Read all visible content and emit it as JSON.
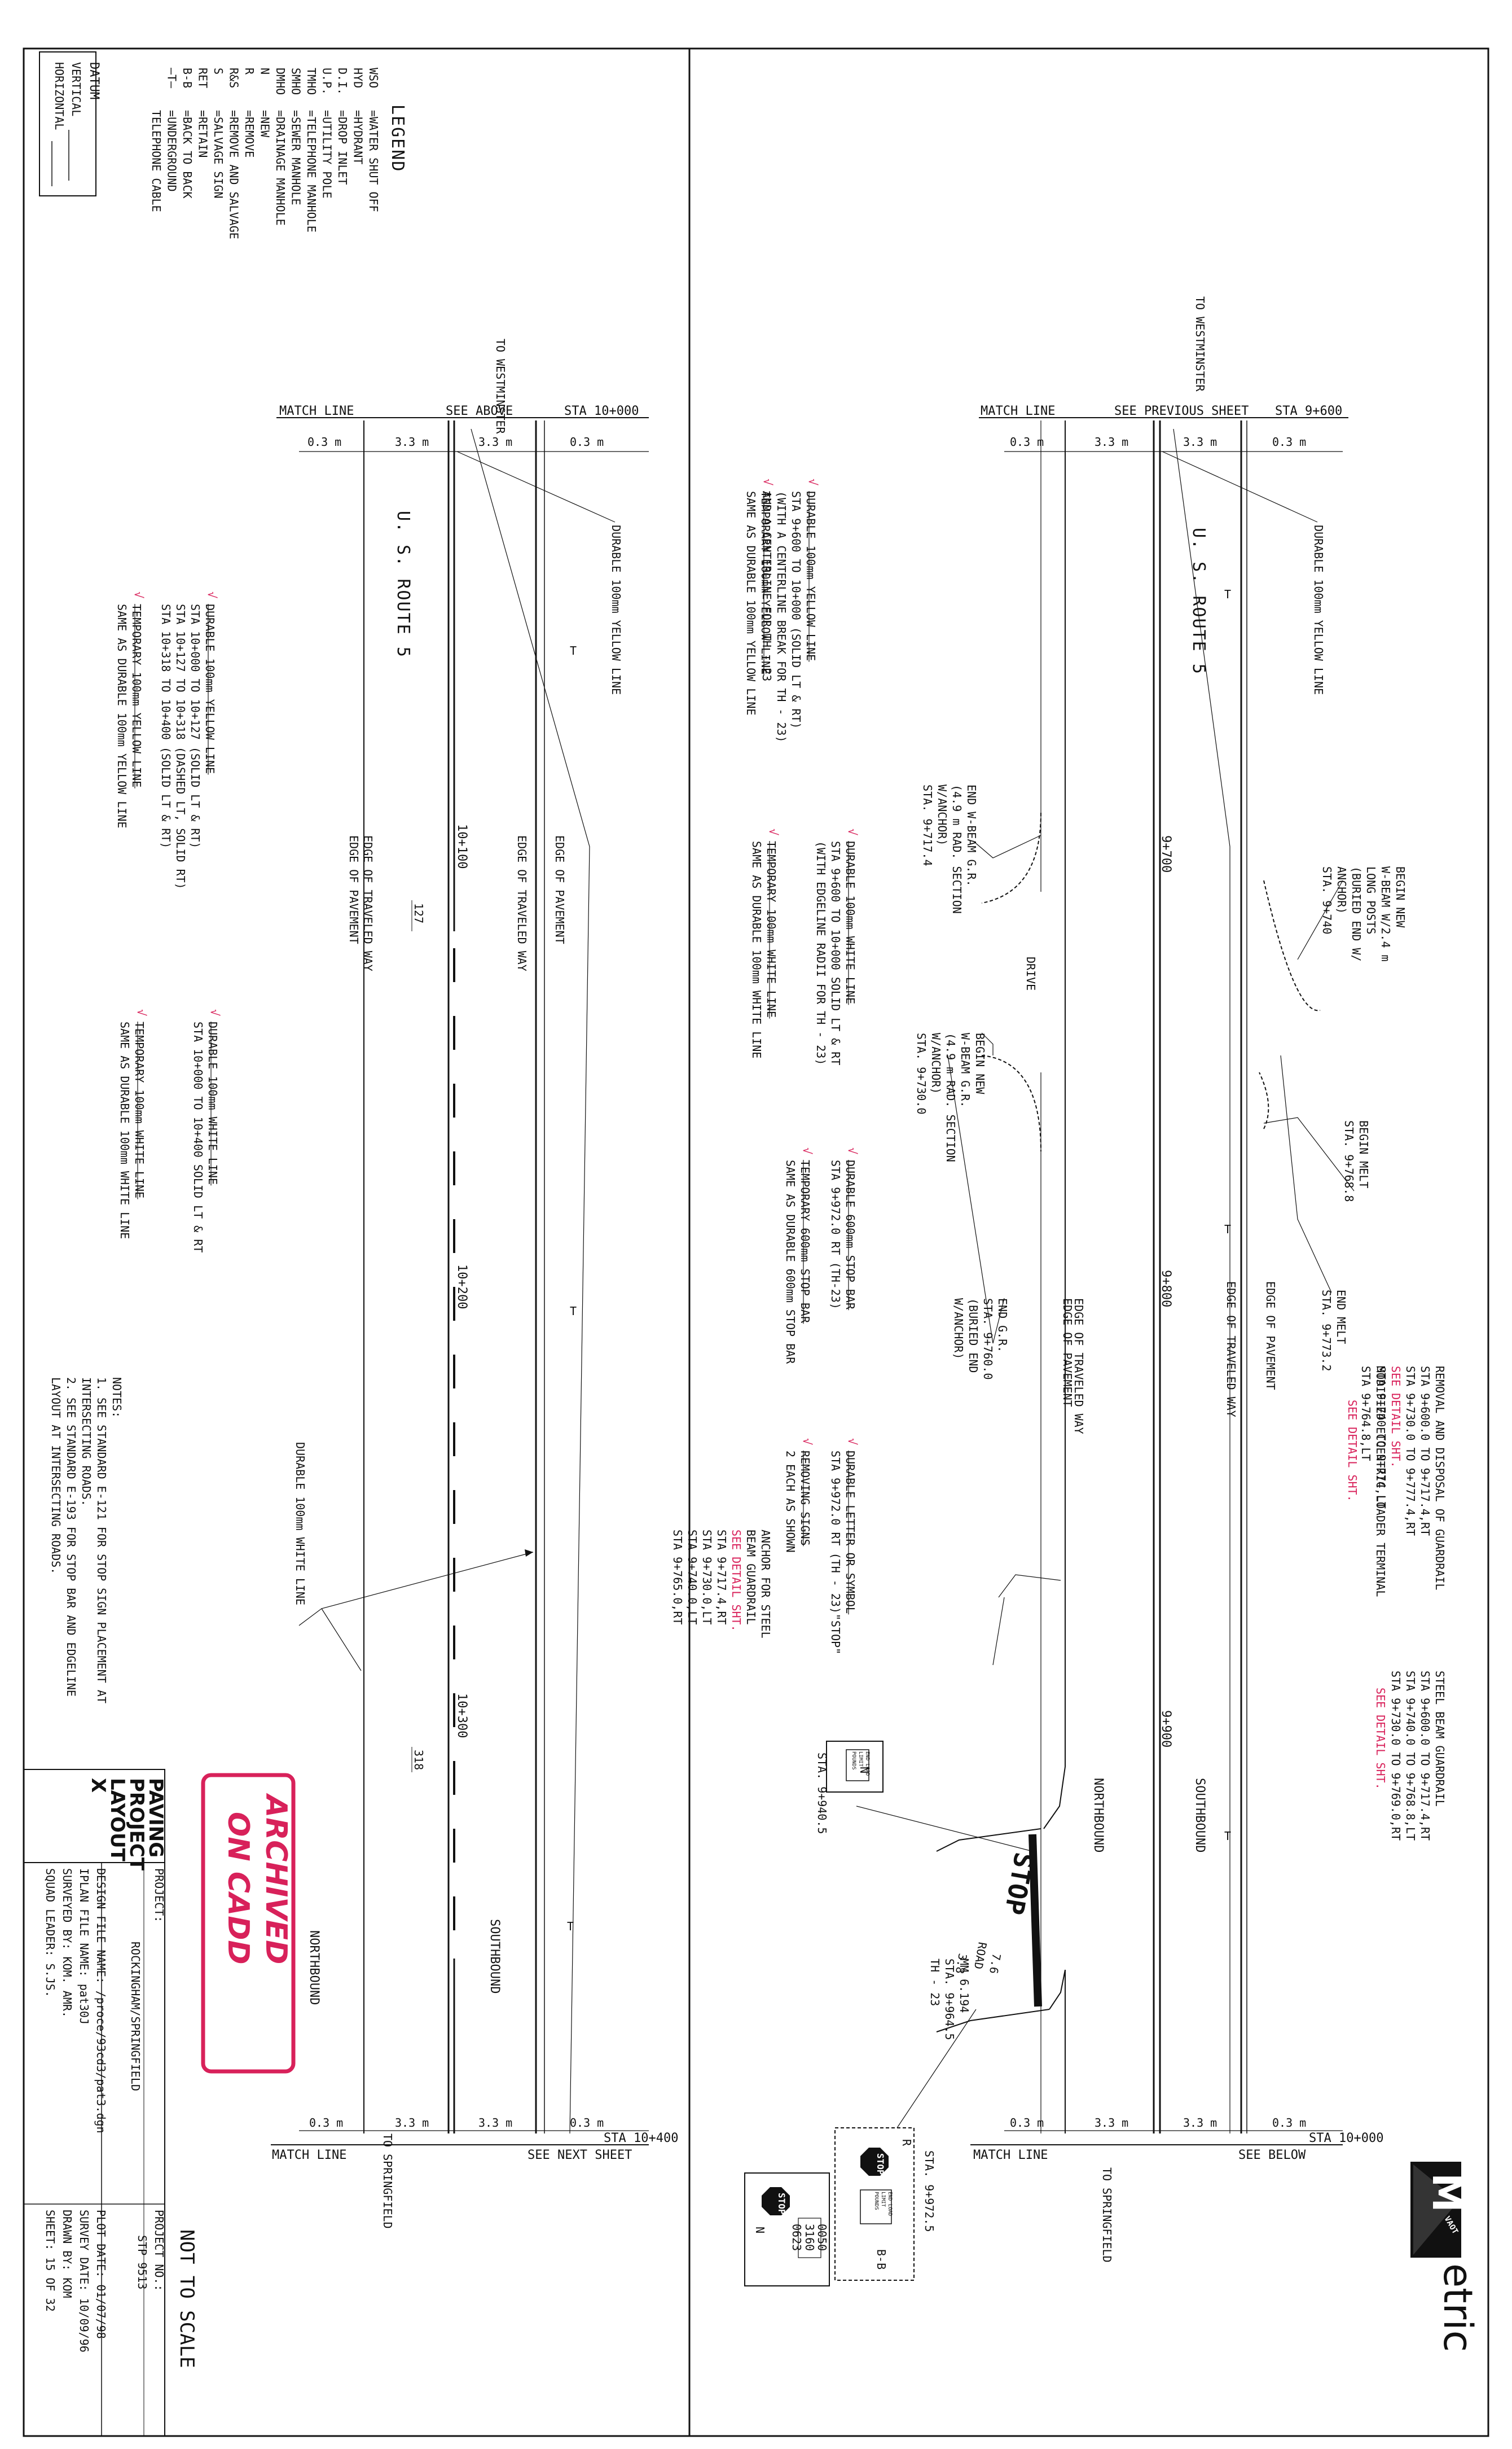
{
  "legend": {
    "title": "LEGEND",
    "items": [
      {
        "abbr": "WSO",
        "desc": "=WATER SHUT OFF"
      },
      {
        "abbr": "HYD",
        "desc": "=HYDRANT"
      },
      {
        "abbr": "D.I.",
        "desc": "=DROP INLET"
      },
      {
        "abbr": "U.P.",
        "desc": "=UTILITY POLE"
      },
      {
        "abbr": "TMHO",
        "desc": "=TELEPHONE MANHOLE"
      },
      {
        "abbr": "SMHO",
        "desc": "=SEWER MANHOLE"
      },
      {
        "abbr": "DMHO",
        "desc": "=DRAINAGE MANHOLE"
      },
      {
        "abbr": "N",
        "desc": "=NEW"
      },
      {
        "abbr": "R",
        "desc": "=REMOVE"
      },
      {
        "abbr": "R&S",
        "desc": "=REMOVE AND SALVAGE"
      },
      {
        "abbr": "S",
        "desc": "=SALVAGE SIGN"
      },
      {
        "abbr": "RET",
        "desc": "=RETAIN"
      },
      {
        "abbr": "B-B",
        "desc": "=BACK TO BACK"
      },
      {
        "abbr": "—T—",
        "desc": "=UNDERGROUND"
      },
      {
        "abbr": "",
        "desc": "TELEPHONE CABLE"
      }
    ]
  },
  "datum": {
    "title": "DATUM",
    "vertical": "VERTICAL",
    "horizontal": "HORIZONTAL"
  },
  "common": {
    "to_westminster": "TO WESTMINSTER",
    "to_springfield": "TO SPRINGFIELD",
    "route": "U. S.  ROUTE  5",
    "match_line": "MATCH LINE",
    "dim_03": "0.3 m",
    "dim_33": "3.3 m",
    "edge_traveled": "EDGE OF TRAVELED WAY",
    "edge_pavement": "EDGE OF PAVEMENT",
    "northbound": "NORTHBOUND",
    "southbound": "SOUTHBOUND",
    "durable_yellow": "DURABLE 100mm YELLOW LINE",
    "durable_white": "DURABLE 100mm WHITE LINE"
  },
  "left_panel": {
    "see_above": "SEE ABOVE",
    "see_next": "SEE NEXT SHEET",
    "sta_start": "STA 10+000",
    "sta_end": "STA 10+400",
    "stations": [
      "10+100",
      "10+200",
      "10+300"
    ],
    "ref_127": "127",
    "ref_318": "318",
    "yellow_note": [
      "DURABLE 100mm YELLOW LINE",
      "STA 9+600 TO 10+000 (SOLID LT & RT)",
      "(WITH A CENTERLINE BREAK FOR TH - 23)",
      "AND A CENTERLINE FOR TH - 23"
    ],
    "temp_yellow_note": [
      "TEMPORARY 100mm YELLOW LINE",
      "SAME AS DURABLE 100mm YELLOW LINE"
    ],
    "yellow_note2": [
      "DURABLE 100mm YELLOW LINE",
      "STA 10+000 TO 10+127 (SOLID LT & RT)",
      "STA 10+127 TO 10+318 (DASHED LT, SOLID RT)",
      "STA 10+318 TO 10+400 (SOLID LT & RT)"
    ],
    "temp_yellow_note2": [
      "TEMPORARY 100mm YELLOW LINE",
      "SAME AS DURABLE 100mm YELLOW LINE"
    ],
    "white_note": [
      "DURABLE 100mm WHITE LINE",
      "STA 10+000 TO 10+400 SOLID LT & RT"
    ],
    "temp_white_note": [
      "TEMPORARY 100mm WHITE LINE",
      "SAME AS DURABLE 100mm WHITE LINE"
    ],
    "notes": [
      "NOTES:",
      "1. SEE STANDARD E-121 FOR STOP SIGN PLACEMENT AT",
      "    INTERSECTING ROADS.",
      "2. SEE STANDARD E-193 FOR STOP BAR AND EDGELINE",
      "    LAYOUT AT INTERSECTING ROADS."
    ]
  },
  "right_panel": {
    "see_previous": "SEE PREVIOUS SHEET",
    "see_below": "SEE BELOW",
    "sta_start": "STA 9+600",
    "sta_end": "STA 10+000",
    "stations": [
      "9+700",
      "9+800",
      "9+900"
    ],
    "drive": "DRIVE",
    "end_wbeam": [
      "END W-BEAM G.R.",
      "(4.9 m RAD. SECTION",
      "W/ANCHOR)",
      "STA. 9+717.4"
    ],
    "begin_wbeam1": [
      "BEGIN NEW",
      "W-BEAM W/2.4 m",
      "LONG POSTS",
      "(BURIED END W/",
      "ANCHOR)",
      "STA. 9+740"
    ],
    "begin_wbeam2": [
      "BEGIN NEW",
      "W-BEAM G.R.",
      "(4.9 m RAD. SECTION",
      "W/ANCHOR)",
      "STA. 9+730.0"
    ],
    "begin_melt": [
      "BEGIN MELT",
      "STA. 9+768.8"
    ],
    "end_melt": [
      "END MELT",
      "STA. 9+773.2"
    ],
    "end_gr": [
      "END G.R.",
      "STA. 9+760.0",
      "(BURIED END",
      "W/ANCHOR)"
    ],
    "white_note": [
      "DURABLE 100mm WHITE LINE",
      "STA 9+600 TO 10+000 SOLID LT & RT",
      "(WITH EDGELINE RADII FOR TH - 23)"
    ],
    "temp_white_note": [
      "TEMPORARY 100mm WHITE LINE",
      "SAME AS DURABLE 100mm WHITE LINE"
    ],
    "stop_bar": [
      "DURABLE 600mm STOP BAR",
      "STA 9+972.0 RT (TH-23)"
    ],
    "temp_stop_bar": [
      "TEMPORARY 600mm STOP BAR",
      "SAME AS DURABLE 600mm STOP BAR"
    ],
    "letter_symbol": [
      "DURABLE LETTER OR SYMBOL",
      "STA 9+972.0 RT (TH - 23)\"STOP\""
    ],
    "removing_signs": [
      "REMOVING SIGNS",
      "2 EACH AS SHOWN"
    ],
    "anchor_steel": [
      "ANCHOR FOR STEEL",
      "BEAM GUARDRAIL ",
      "SEE DETAIL SHT.",
      "STA 9+717.4,RT",
      "STA 9+730.0,LT",
      "STA 9+740.0,LT",
      "STA 9+765.0,RT"
    ],
    "removal_guardrail": [
      "REMOVAL AND DISPOSAL OF GUARDRAIL",
      "STA 9+600.0 TO 9+717.4,RT",
      "STA 9+730.0 TO 9+777.4,RT ",
      "SEE DETAIL SHT.",
      "STA 9+740 TO 9+774,LT"
    ],
    "modified_terminal": [
      "MODIFIED ECCENTRIC LOADER TERMINAL",
      "STA 9+764.8,LT"
    ],
    "see_detail": "SEE DETAIL SHT.",
    "steel_beam": [
      "STEEL BEAM GUARDRAIL",
      "STA 9+600.0 TO 9+717.4,RT",
      "STA 9+740.0 TO 9+768.8,LT",
      "STA 9+730.0 TO 9+769.0,RT"
    ],
    "th23": [
      "TH - 23",
      "STA. 9+964.5",
      "MM 6.194"
    ],
    "sign_sta1": "STA. 9+940.5",
    "sign_sta2": "STA. 9+972.5",
    "sign_text": [
      "END LOAD",
      "LIMIT",
      "POUNDS"
    ],
    "stop": "STOP",
    "sign_letters": {
      "n": "N",
      "r": "R"
    },
    "sign_b": "B-B",
    "sign_post": [
      "0050",
      "3160",
      "0623"
    ],
    "arrow_dims": [
      "7.6",
      "3.8"
    ],
    "road_text": "ROAD"
  },
  "title_block": {
    "title": [
      "PAVING",
      "PROJECT",
      "LAYOUT",
      "X"
    ],
    "project_label": "PROJECT:",
    "project_name": "ROCKINGHAM/SPRINGFIELD",
    "design_file": "DESIGN FILE NAME: ",
    "design_file_val": "/proce/93cd3/pat3.dgn",
    "plot_file": "IPLAN FILE NAME: pat30J",
    "surveyed": "SURVEYED BY: KOM. AMR.",
    "squad": "SQUAD LEADER: S.JS.",
    "project_no_label": "PROJECT NO.:",
    "project_no": "STP 9513",
    "plot_date": "PLOT DATE: 01/07/98",
    "survey_date": "SURVEY DATE: 10/09/96",
    "drawn_by": "DRAWN BY: KOM",
    "sheet": "SHEET: 15 OF 32"
  },
  "stamp": [
    "ARCHIVED",
    "ON CADD"
  ],
  "not_to_scale": "NOT TO SCALE",
  "logo": {
    "brand": "etric",
    "agency": "VAOT"
  },
  "colors": {
    "ink": "#111111",
    "stamp": "#d8215a",
    "paper": "#ffffff"
  }
}
